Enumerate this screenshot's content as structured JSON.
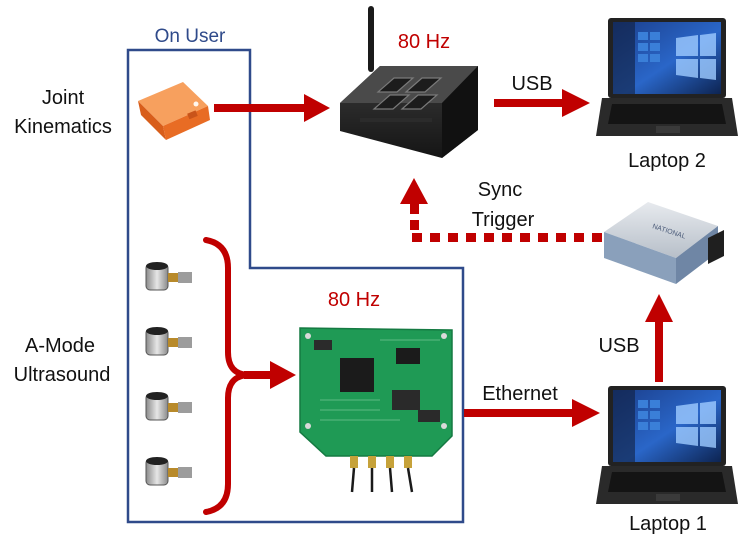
{
  "region": {
    "title": "On User"
  },
  "labels": {
    "joint_kinematics_line1": "Joint",
    "joint_kinematics_line2": "Kinematics",
    "amode_line1": "A-Mode",
    "amode_line2": "Ultrasound",
    "freq_imu_base": "80 Hz",
    "freq_us_board": "80 Hz",
    "usb_top": "USB",
    "usb_right": "USB",
    "ethernet": "Ethernet",
    "sync_line1": "Sync",
    "sync_line2": "Trigger",
    "laptop2": "Laptop 2",
    "laptop1": "Laptop 1"
  },
  "colors": {
    "region_border": "#2f4a8a",
    "region_title": "#2f4a8a",
    "accent_red": "#c00000",
    "text": "#111111",
    "imu_orange": "#f07a2f",
    "pcb_green": "#1f9a55",
    "daq_body": "#8aa0bb"
  },
  "icons": {
    "imu_sensor": "orange-imu-sensor-icon",
    "base_station": "wireless-base-station-icon",
    "laptop": "laptop-icon",
    "daq": "daq-device-icon",
    "transducer": "ultrasound-transducer-icon",
    "pcb": "ultrasound-pcb-board-icon"
  }
}
